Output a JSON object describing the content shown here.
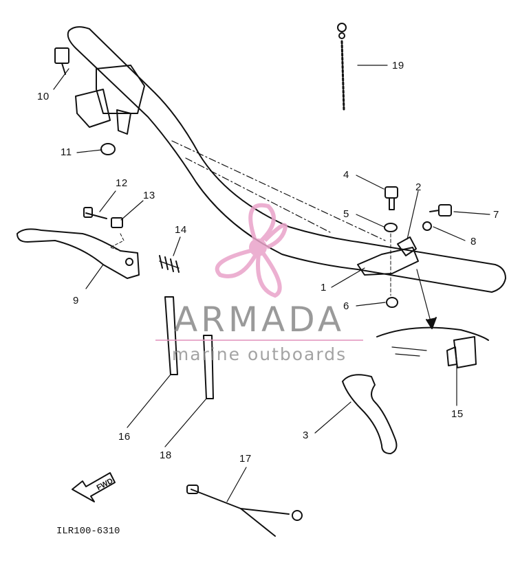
{
  "diagram": {
    "part_numbers": {
      "p1": "1",
      "p2": "2",
      "p3": "3",
      "p4": "4",
      "p5": "5",
      "p6": "6",
      "p7": "7",
      "p8": "8",
      "p9": "9",
      "p10": "10",
      "p11": "11",
      "p12": "12",
      "p13": "13",
      "p14": "14",
      "p15": "15",
      "p16": "16",
      "p17": "17",
      "p18": "18",
      "p19": "19"
    },
    "direction_label": "FWD",
    "drawing_code": "ILR100-6310"
  },
  "watermark": {
    "brand": "ARMADA",
    "tagline": "marine outboards",
    "accent_color": "#e9a3c9",
    "text_color": "#8c8c8c"
  },
  "colors": {
    "ink": "#111111",
    "background": "#ffffff"
  }
}
